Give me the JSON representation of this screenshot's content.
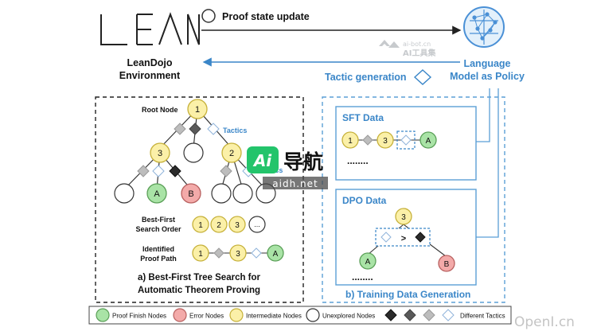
{
  "colors": {
    "node_yellow": "#fbf0a8",
    "node_yellow_stroke": "#c6b13a",
    "node_green": "#a9e3a6",
    "node_green_stroke": "#5a9f57",
    "node_red": "#f3aaa9",
    "node_red_stroke": "#b8605f",
    "node_white": "#ffffff",
    "dark_node_stroke": "#333333",
    "tactic_black": "#2b2b2b",
    "tactic_dark": "#595959",
    "tactic_gray": "#bdbdbd",
    "tactic_light_stroke": "#8fb3da",
    "accent_blue": "#3a86c8",
    "panel_blue": "#5b9fd6",
    "watermark_green": "#23c46b"
  },
  "top": {
    "logo_text": "LEAN",
    "proof_state_update": "Proof state update",
    "env_label_line1": "LeanDojo",
    "env_label_line2": "Environment",
    "tactic_generation": "Tactic generation",
    "policy_label_line1": "Language",
    "policy_label_line2": "Model as Policy",
    "icon_brain": "brain-network-icon"
  },
  "panel_a": {
    "root_node_label": "Root Node",
    "tactics_label_1": "Tactics",
    "tactics_label_2": "Tactics",
    "node_1": "1",
    "node_2": "2",
    "node_3": "3",
    "node_A": "A",
    "node_B": "B",
    "best_first_label_line1": "Best-First",
    "best_first_label_line2": "Search Order",
    "order_nodes": [
      "1",
      "2",
      "3",
      "..."
    ],
    "proof_path_label_line1": "Identified",
    "proof_path_label_line2": "Proof Path",
    "proof_path_nodes": [
      "1",
      "3",
      "A"
    ],
    "caption_line1": "a) Best-First Tree Search for",
    "caption_line2": "Automatic Theorem Proving"
  },
  "panel_b": {
    "sft_title": "SFT Data",
    "sft_nodes": [
      "1",
      "3",
      "A"
    ],
    "sft_ellipsis": "........",
    "dpo_title": "DPO Data",
    "dpo_root": "3",
    "dpo_compare": ">",
    "dpo_left": "A",
    "dpo_right": "B",
    "dpo_ellipsis": "........",
    "caption": "b)  Training Data Generation"
  },
  "legend": {
    "finish": "Proof Finish Nodes",
    "error": "Error Nodes",
    "intermediate": "Intermediate Nodes",
    "unexplored": "Unexplored Nodes",
    "tactics": "Different Tactics"
  },
  "watermarks": {
    "top_url": "ai-bot.cn",
    "top_brand": "AI工具集",
    "mid_logo": "Ai",
    "mid_brand": "导航",
    "mid_url": "aidh.net",
    "corner": "OpenI.cn"
  }
}
